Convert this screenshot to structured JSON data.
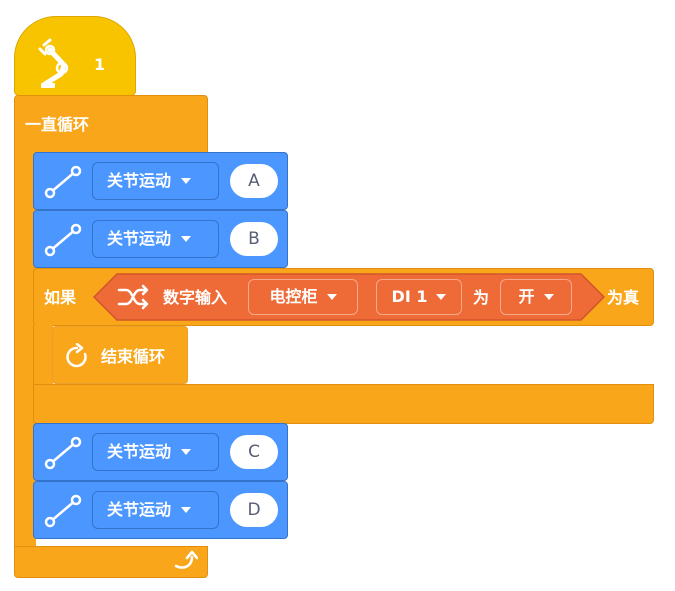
{
  "hat": {
    "value": "1",
    "icon": "robot-arm-icon"
  },
  "forever": {
    "label": "一直循环",
    "end_icon": "loop-arrow-icon"
  },
  "motion_blocks": [
    {
      "label": "关节运动",
      "point": "A"
    },
    {
      "label": "关节运动",
      "point": "B"
    },
    {
      "label": "关节运动",
      "point": "C"
    },
    {
      "label": "关节运动",
      "point": "D"
    }
  ],
  "if_block": {
    "label": "如果",
    "suffix": "为真",
    "condition": {
      "label": "数字输入",
      "source": "电控柜",
      "port": "DI 1",
      "is_label": "为",
      "state": "开"
    }
  },
  "stop_block": {
    "label": "结束循环"
  },
  "colors": {
    "hat": "#F8C400",
    "control": "#FAA61A",
    "motion": "#4C97FF",
    "sensor": "#EE6A36"
  }
}
